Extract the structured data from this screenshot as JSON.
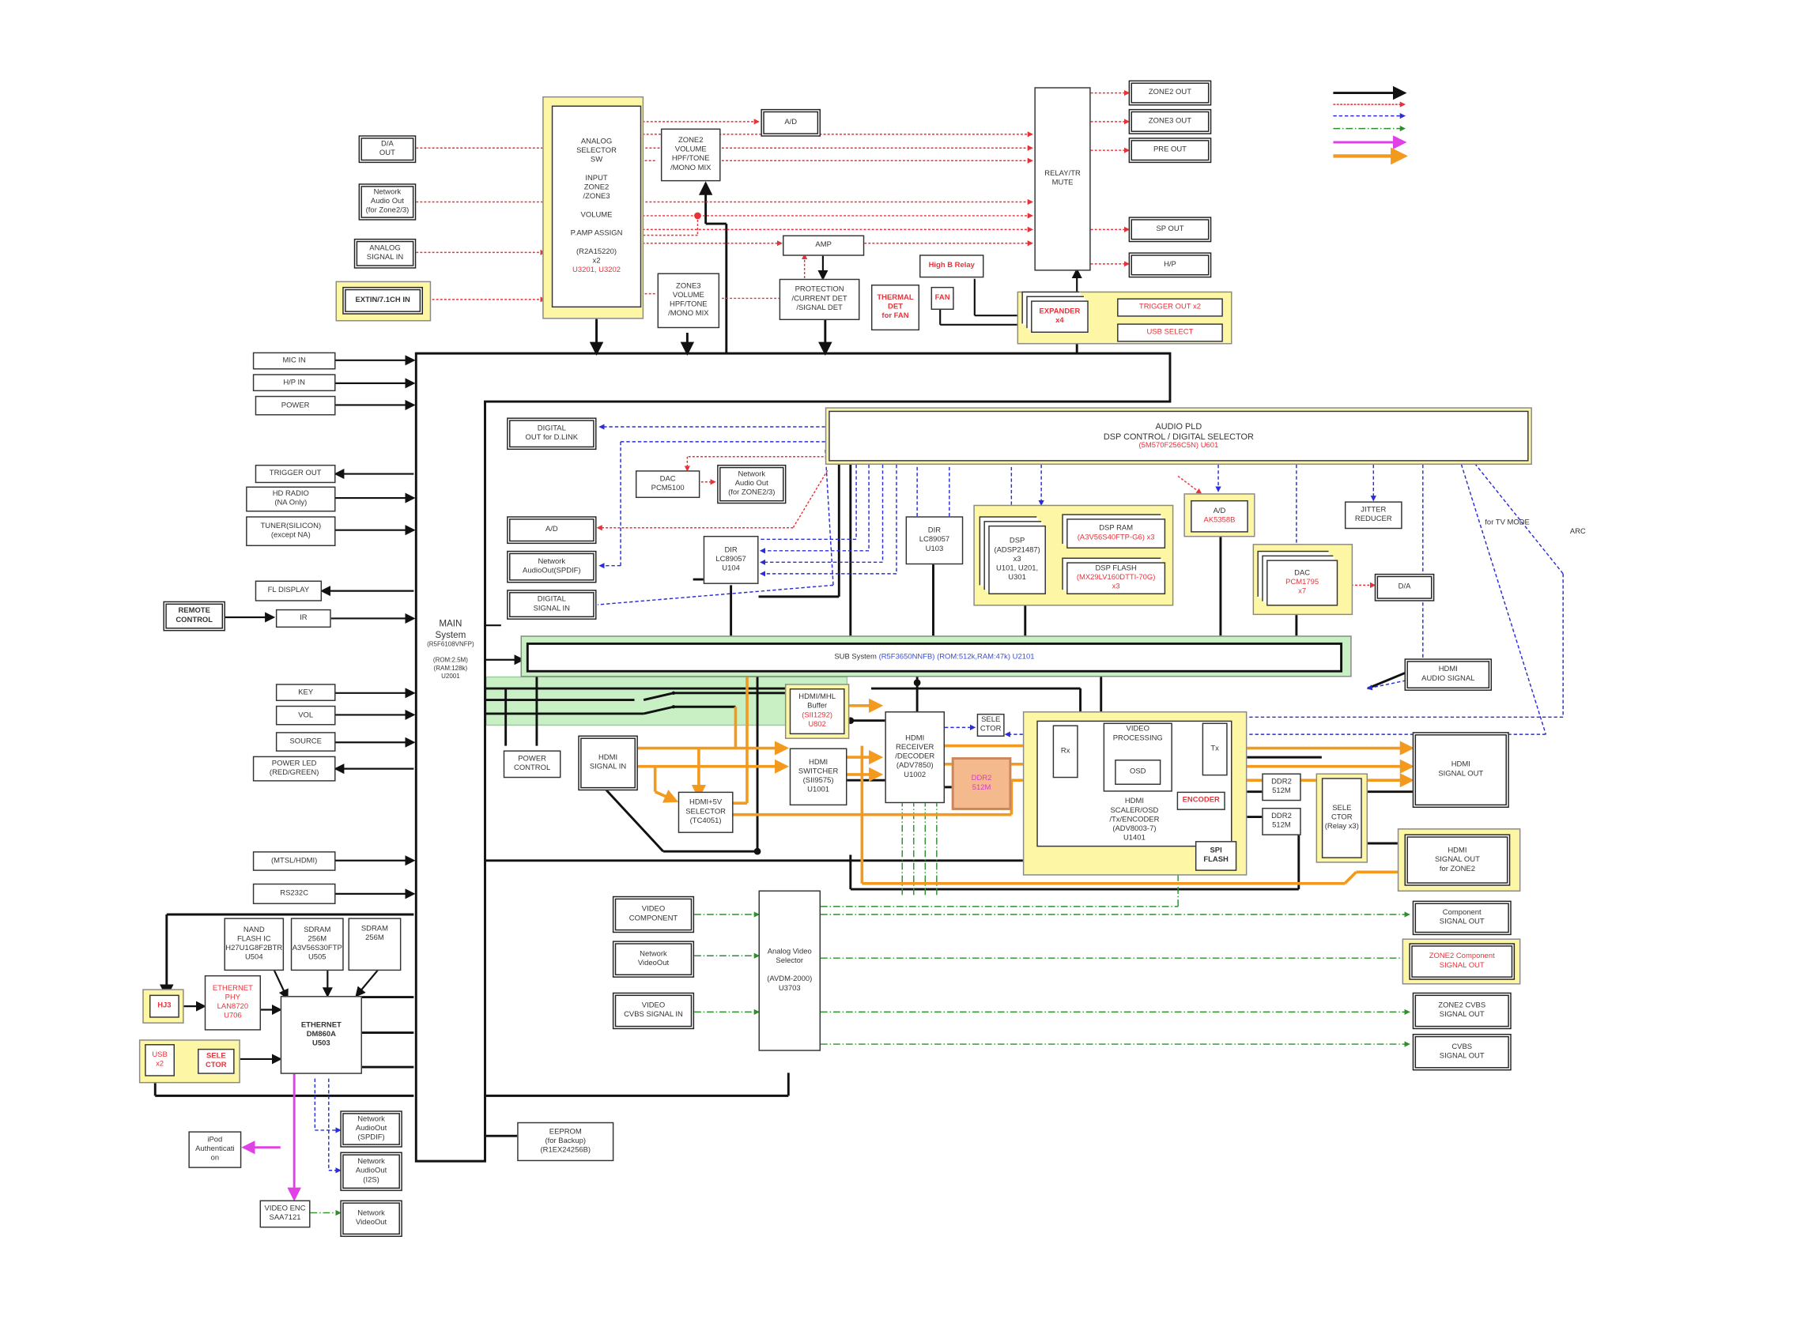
{
  "blocks": {
    "d_a_out": "D/A\nOUT",
    "net_audio_out_zone23": "Network\nAudio Out\n(for Zone2/3)",
    "analog_signal_in": "ANALOG\nSIGNAL IN",
    "extin": "EXTIN/7.1CH IN",
    "analog_selector": "ANALOG\nSELECTOR\nSW\n\nINPUT\nZONE2\n/ZONE3\n\nVOLUME\n\nP.AMP ASSIGN\n\n(R2A15220)\nx2",
    "analog_selector_ref": "U3201, U3202",
    "zone2_vol": "ZONE2\nVOLUME\nHPF/TONE\n/MONO MIX",
    "zone3_vol": "ZONE3\nVOLUME\nHPF/TONE\n/MONO MIX",
    "a_d_top": "A/D",
    "amp": "AMP",
    "protection": "PROTECTION\n/CURRENT DET\n/SIGNAL DET",
    "thermal": "THERMAL\nDET\nfor FAN",
    "fan": "FAN",
    "high_b_relay": "High B Relay",
    "relay": "RELAY/TR\nMUTE",
    "zone2_out": "ZONE2 OUT",
    "zone3_out": "ZONE3 OUT",
    "pre_out": "PRE OUT",
    "sp_out": "SP OUT",
    "hp": "H/P",
    "expander": "EXPANDER\nx4",
    "trigger_out_x2": "TRIGGER OUT x2",
    "usb_select": "USB SELECT",
    "mic_in": "MIC IN",
    "hp_in": "H/P IN",
    "power": "POWER",
    "trigger_out": "TRIGGER OUT",
    "hd_radio": "HD RADIO\n(NA Only)",
    "tuner": "TUNER(SILICON)\n(except NA)",
    "fl_display": "FL DISPLAY",
    "remote_control": "REMOTE\nCONTROL",
    "ir": "IR",
    "key": "KEY",
    "vol": "VOL",
    "source": "SOURCE",
    "power_led": "POWER LED\n(RED/GREEN)",
    "mtsl": "(MTSL/HDMI)",
    "rs232c": "RS232C",
    "main_system": "MAIN\nSystem",
    "main_system_detail": "(R5F6108VNFP)\n\n(ROM:2.5M)\n(RAM:128k)\nU2001",
    "digital_out": "DIGITAL\nOUT for D.LINK",
    "dac_pcm5100": "DAC\nPCM5100",
    "net_audio_out_zone23b": "Network\nAudio Out\n(for ZONE2/3)",
    "a_d_left": "A/D",
    "net_audio_out_spdif": "Network\nAudioOut(SPDIF)",
    "digital_signal_in": "DIGITAL\nSIGNAL IN",
    "dir_u104": "DIR\nLC89057\nU104",
    "dir_u103": "DIR\nLC89057\nU103",
    "audio_pld": "AUDIO PLD\nDSP CONTROL / DIGITAL SELECTOR",
    "audio_pld_ref": "(5M570F256C5N)  U601",
    "dsp": "DSP\n(ADSP21487)\nx3\nU101, U201,\nU301",
    "dsp_ram": "DSP RAM",
    "dsp_ram_ref": "(A3V56S40FTP-G6)  x3",
    "dsp_flash": "DSP FLASH",
    "dsp_flash_ref": "(MX29LV160DTTI-70G)\nx3",
    "a_d_ak5358": "A/D",
    "a_d_ak5358_ref": "AK5358B",
    "jitter_reducer": "JITTER\nREDUCER",
    "dac_pcm": "DAC",
    "dac_pcm_ref": "PCM1795\nx7",
    "d_a_right": "D/A",
    "for_tv_mode": "for TV MODE",
    "arc": "ARC",
    "sub_system_label": "SUB   System",
    "sub_system_ref": "(R5F3650NNFB)  (ROM:512k,RAM:47k)   U2101",
    "hdmi_audio_signal": "HDMI\nAUDIO  SIGNAL",
    "power_control": "POWER\nCONTROL",
    "hdmi_signal_in": "HDMI\nSIGNAL IN",
    "hdmi_mhl": "HDMI/MHL",
    "hdmi_mhl_sub": "Buffer",
    "hdmi_mhl_ref": "(SII1292)\nU802",
    "hdmi_switcher": "HDMI\nSWITCHER\n(SII9575)\nU1001",
    "hdmi_5v": "HDMI+5V\nSELECTOR\n(TC4051)",
    "hdmi_receiver": "HDMI\nRECEIVER\n/DECODER\n(ADV7850)\nU1002",
    "ddr2_512m_left": "DDR2\n512M",
    "selector_small": "SELE\nCTOR",
    "rx": "Rx",
    "video_processing": "VIDEO\nPROCESSING",
    "osd": "OSD",
    "tx": "Tx",
    "hdmi_scaler": "HDMI\nSCALER/OSD\n/Tx/ENCODER\n(ADV8003-7)\nU1401",
    "encoder": "ENCODER",
    "spi_flash": "SPI\nFLASH",
    "ddr2_a": "DDR2\n512M",
    "ddr2_b": "DDR2\n512M",
    "selector_relay": "SELE\nCTOR\n(Relay x3)",
    "hdmi_signal_out": "HDMI\nSIGNAL OUT",
    "hdmi_signal_out_zone2": "HDMI\nSIGNAL OUT\nfor ZONE2",
    "video_component": "VIDEO\nCOMPONENT",
    "network_video_out": "Network\nVideoOut",
    "video_cvbs": "VIDEO\nCVBS SIGNAL IN",
    "analog_video_selector": "Analog Video\nSelector\n\n(AVDM-2000)\nU3703",
    "component_out": "Component\nSIGNAL OUT",
    "zone2_component_out": "ZONE2 Component\nSIGNAL OUT",
    "zone2_cvbs_out": "ZONE2 CVBS\nSIGNAL OUT",
    "cvbs_out": "CVBS\nSIGNAL OUT",
    "nand_flash": "NAND\nFLASH IC\nH27U1G8F2BTR\nU504",
    "sdram_a": "SDRAM\n256M\nA3V56S30FTP\nU505",
    "sdram_b": "SDRAM\n256M",
    "hj3": "HJ3",
    "ethernet_phy": "ETHERNET\nPHY",
    "ethernet_phy_ref": "LAN8720\nU706",
    "ethernet": "ETHERNET\nDM860A\nU503",
    "usb": "USB\nx2",
    "usb_selector": "SELE\nCTOR",
    "eeprom": "EEPROM\n(for Backup)\n(R1EX24256B)",
    "ipod": "iPod\nAuthenticati\non",
    "net_audio_spdif2": "Network\nAudioOut\n(SPDIF)",
    "net_audio_i2s": "Network\nAudioOut\n(I2S)",
    "video_enc": "VIDEO ENC\nSAA7121",
    "net_video_out2": "Network\nVideoOut"
  },
  "colors": {
    "black": "#111111",
    "red": "#e8323a",
    "blue": "#2a2ed8",
    "green": "#2f8f2f",
    "magenta": "#e040e6",
    "orange": "#f39a1e",
    "yellow": "#fdf7a5",
    "green_bg": "#c9f0c4"
  }
}
